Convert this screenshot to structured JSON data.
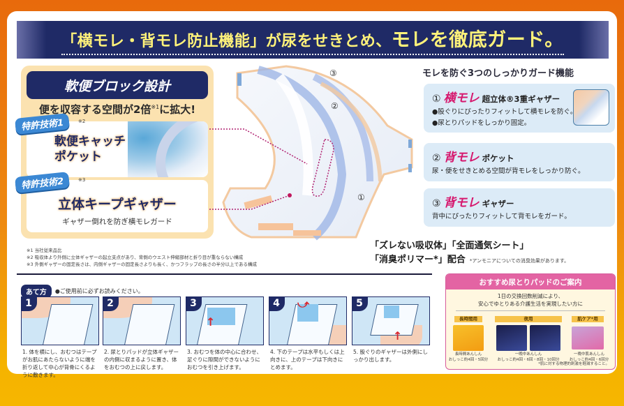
{
  "banner": {
    "headline_part1": "「横モレ・背モレ防止機能」が尿をせきとめ、",
    "headline_part2": "モレを徹底ガード。"
  },
  "feature_box": {
    "title": "軟便ブロック設計",
    "subtitle_pre": "便を収容する空間が2倍",
    "subtitle_note": "※1",
    "subtitle_post": "に拡大!",
    "tech1": {
      "badge": "特許技術1",
      "note": "※2",
      "name_line1": "軟便キャッチ",
      "name_line2": "ポケット"
    },
    "tech2": {
      "badge": "特許技術2",
      "note": "※3",
      "name": "立体キープギャザー",
      "description": "ギャザー倒れを防ぎ横モレガード"
    }
  },
  "footnotes": [
    "※1 当社従来品比",
    "※2 吸収体より外側に立体ギャザーの起立支点があり、背側のウエスト伸縮部材と折り目が重ならない構成",
    "※3 外側ギャザーの固定長さは、内側ギャザーの固定長さよりも長く、かつフラップの長さの半分以上である構成"
  ],
  "diagram": {
    "callouts": [
      "③",
      "②",
      "①"
    ]
  },
  "functions": {
    "title": "モレを防ぐ3つのしっかりガード機能",
    "items": [
      {
        "num": "①",
        "key": "横モレ",
        "sub": "超立体®3重ギャザー",
        "lines": [
          "●股ぐりにぴったりフィットして横モレを防ぐ。",
          "●尿とりパッドをしっかり固定。"
        ]
      },
      {
        "num": "②",
        "key": "背モレ",
        "sub": "ポケット",
        "lines": [
          "尿・便をせきとめる空間が背モレをしっかり防ぐ。"
        ]
      },
      {
        "num": "③",
        "key": "背モレ",
        "sub": "ギャザー",
        "lines": [
          "背中にぴったりフィットして背モレをガード。"
        ]
      }
    ]
  },
  "blurb": {
    "line1": "「ズレない吸収体」「全面通気シート」",
    "line2": "「消臭ポリマー*」配合",
    "note": "*アンモニアについての消臭効果があります。"
  },
  "howto": {
    "badge": "あて方",
    "note": "●ご使用前に必ずお読みください。",
    "steps": [
      {
        "num": "1",
        "text": "1. 体を横にし、おむつはテープがお肌にあたらないように端を折り返して中心が背骨にくるように敷きます。"
      },
      {
        "num": "2",
        "text": "2. 尿とりパッドが立体ギャザーの内側に収まるように置き、体をおむつの上に戻します。"
      },
      {
        "num": "3",
        "text": "3. おむつを体の中心に合わせ、足ぐりに隙間ができないようにおむつを引き上げます。"
      },
      {
        "num": "4",
        "text": "4. 下のテープは水平もしくは上向きに、上のテープは下向きにとめます。"
      },
      {
        "num": "5",
        "text": "5. 股ぐりのギャザーは外側にしっかり出します。"
      }
    ]
  },
  "recommend": {
    "title": "おすすめ尿とりパッドのご案内",
    "intro_line1": "1日の交換回数削減により、",
    "intro_line2": "安心でゆとりある介護生活を実現したい方に",
    "categories": [
      {
        "label": "長時間用",
        "products": [
          {
            "name": "長時間あんしん",
            "capacity": "おしっこ約4回・5回分"
          }
        ]
      },
      {
        "label": "夜用",
        "products": [
          {
            "name": "一晩中あんしん",
            "capacity": "おしっこ約4回・6回・8回・10回分"
          }
        ]
      },
      {
        "label": "肌ケア*用",
        "products": [
          {
            "name": "一晩中肌あんしん",
            "capacity": "おしっこ約4回・6回分"
          }
        ]
      }
    ],
    "footnote": "*肌に対する物理的刺激を軽減すること。"
  },
  "colors": {
    "frame_top": "#e86a0c",
    "frame_bottom": "#f6b600",
    "navy": "#1f2a66",
    "headline_yellow": "#fff27a",
    "accent_magenta": "#d6186e",
    "feature_bg": "#fbe2b0",
    "function_card_bg": "#dcebf7",
    "recommend_pink": "#e364a3"
  }
}
